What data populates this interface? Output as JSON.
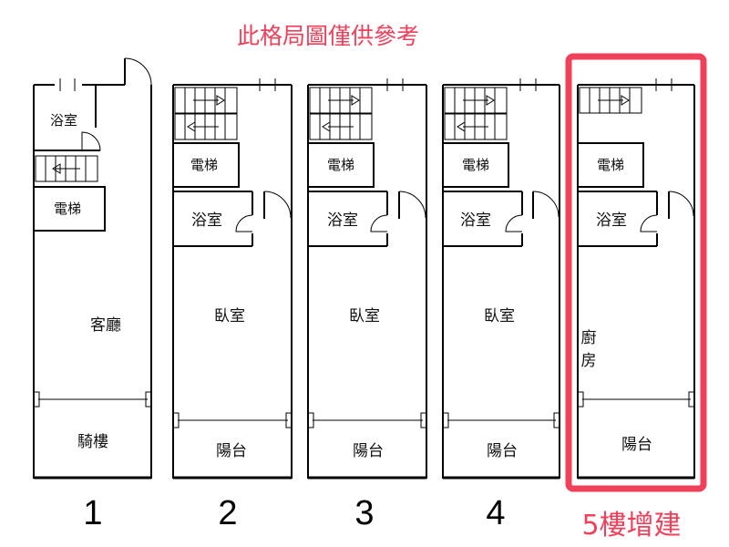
{
  "banner": "此格局圖僅供參考",
  "floors": [
    {
      "number": "1",
      "rooms": {
        "bath": "浴室",
        "elevator": "電梯",
        "living": "客廳",
        "arcade": "騎樓"
      }
    },
    {
      "number": "2",
      "rooms": {
        "elevator": "電梯",
        "bath": "浴室",
        "bedroom": "臥室",
        "balcony": "陽台"
      }
    },
    {
      "number": "3",
      "rooms": {
        "elevator": "電梯",
        "bath": "浴室",
        "bedroom": "臥室",
        "balcony": "陽台"
      }
    },
    {
      "number": "4",
      "rooms": {
        "elevator": "電梯",
        "bath": "浴室",
        "bedroom": "臥室",
        "balcony": "陽台"
      }
    },
    {
      "number": "5樓增建",
      "rooms": {
        "elevator": "電梯",
        "bath": "浴室",
        "kitchen_line1": "廚",
        "kitchen_line2": "房",
        "balcony": "陽台"
      }
    }
  ],
  "colors": {
    "highlight": "#f0405a",
    "walls": "#000000",
    "background": "#ffffff"
  }
}
